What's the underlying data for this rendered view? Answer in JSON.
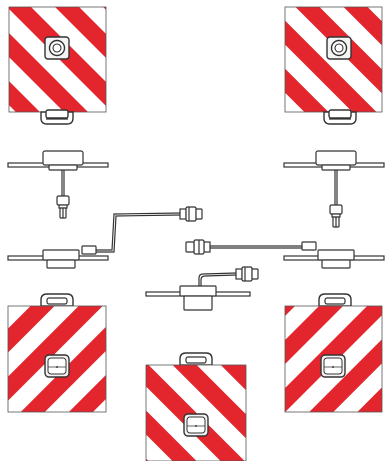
{
  "figure": {
    "panel_colors": {
      "red": "#e3262d",
      "white": "#ffffff",
      "outline": "#444444",
      "bracket": "#333333",
      "lamp": "#f4f4f4"
    },
    "panels": [
      {
        "id": "top-left",
        "lamp": "round",
        "handle": "bottom"
      },
      {
        "id": "top-right",
        "lamp": "round",
        "handle": "bottom"
      },
      {
        "id": "bottom-left",
        "lamp": "square",
        "handle": "top"
      },
      {
        "id": "bottom-center",
        "lamp": "square",
        "handle": "top"
      },
      {
        "id": "bottom-right",
        "lamp": "square",
        "handle": "top"
      }
    ],
    "mounting_bars": [
      {
        "id": "bar-upper-left"
      },
      {
        "id": "bar-upper-right"
      },
      {
        "id": "bar-middle-left"
      },
      {
        "id": "bar-middle-right"
      },
      {
        "id": "bar-center"
      }
    ],
    "connector_icons": [
      "plug-connector-icon",
      "socket-connector-icon"
    ]
  }
}
